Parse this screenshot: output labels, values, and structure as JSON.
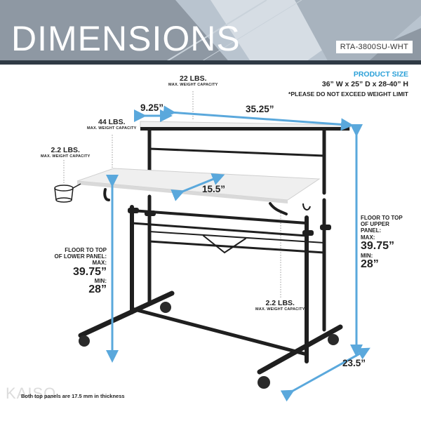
{
  "header": {
    "title": "DIMENSIONS",
    "model": "RTA-3800SU-WHT"
  },
  "product_size": {
    "label": "PRODUCT SIZE",
    "dimensions": "36” W x 25” D x 28-40” H",
    "warning": "*PLEASE DO NOT EXCEED WEIGHT LIMIT"
  },
  "weights": {
    "upper_panel": {
      "value": "22 LBS.",
      "caption": "MAX. WEIGHT CAPACITY"
    },
    "lower_panel": {
      "value": "44 LBS.",
      "caption": "MAX. WEIGHT CAPACITY"
    },
    "cup_holder": {
      "value": "2.2 LBS.",
      "caption": "MAX. WEIGHT CAPACITY"
    },
    "hook": {
      "value": "2.2 LBS.",
      "caption": "MAX. WEIGHT CAPACITY"
    }
  },
  "dimensions": {
    "offset": "9.25”",
    "upper_width": "35.25”",
    "lower_depth": "15.5”",
    "base_depth": "23.5”"
  },
  "lower_panel_height": {
    "title_lines": [
      "FLOOR TO TOP",
      "OF LOWER PANEL:",
      "MAX:"
    ],
    "max": "39.75”",
    "min_label": "MIN:",
    "min": "28”"
  },
  "upper_panel_height": {
    "title_lines": [
      "FLOOR TO TOP",
      "OF UPPER",
      "PANEL:",
      "MAX:"
    ],
    "max": "39.75”",
    "min_label": "MIN:",
    "min": "28”"
  },
  "footnote": "Both top panels are 17.5 mm in thickness",
  "brand": "KAISO",
  "colors": {
    "accent_blue": "#5aa8dc",
    "frame": "#1f1f1f",
    "banner": "#9aa3ad"
  }
}
